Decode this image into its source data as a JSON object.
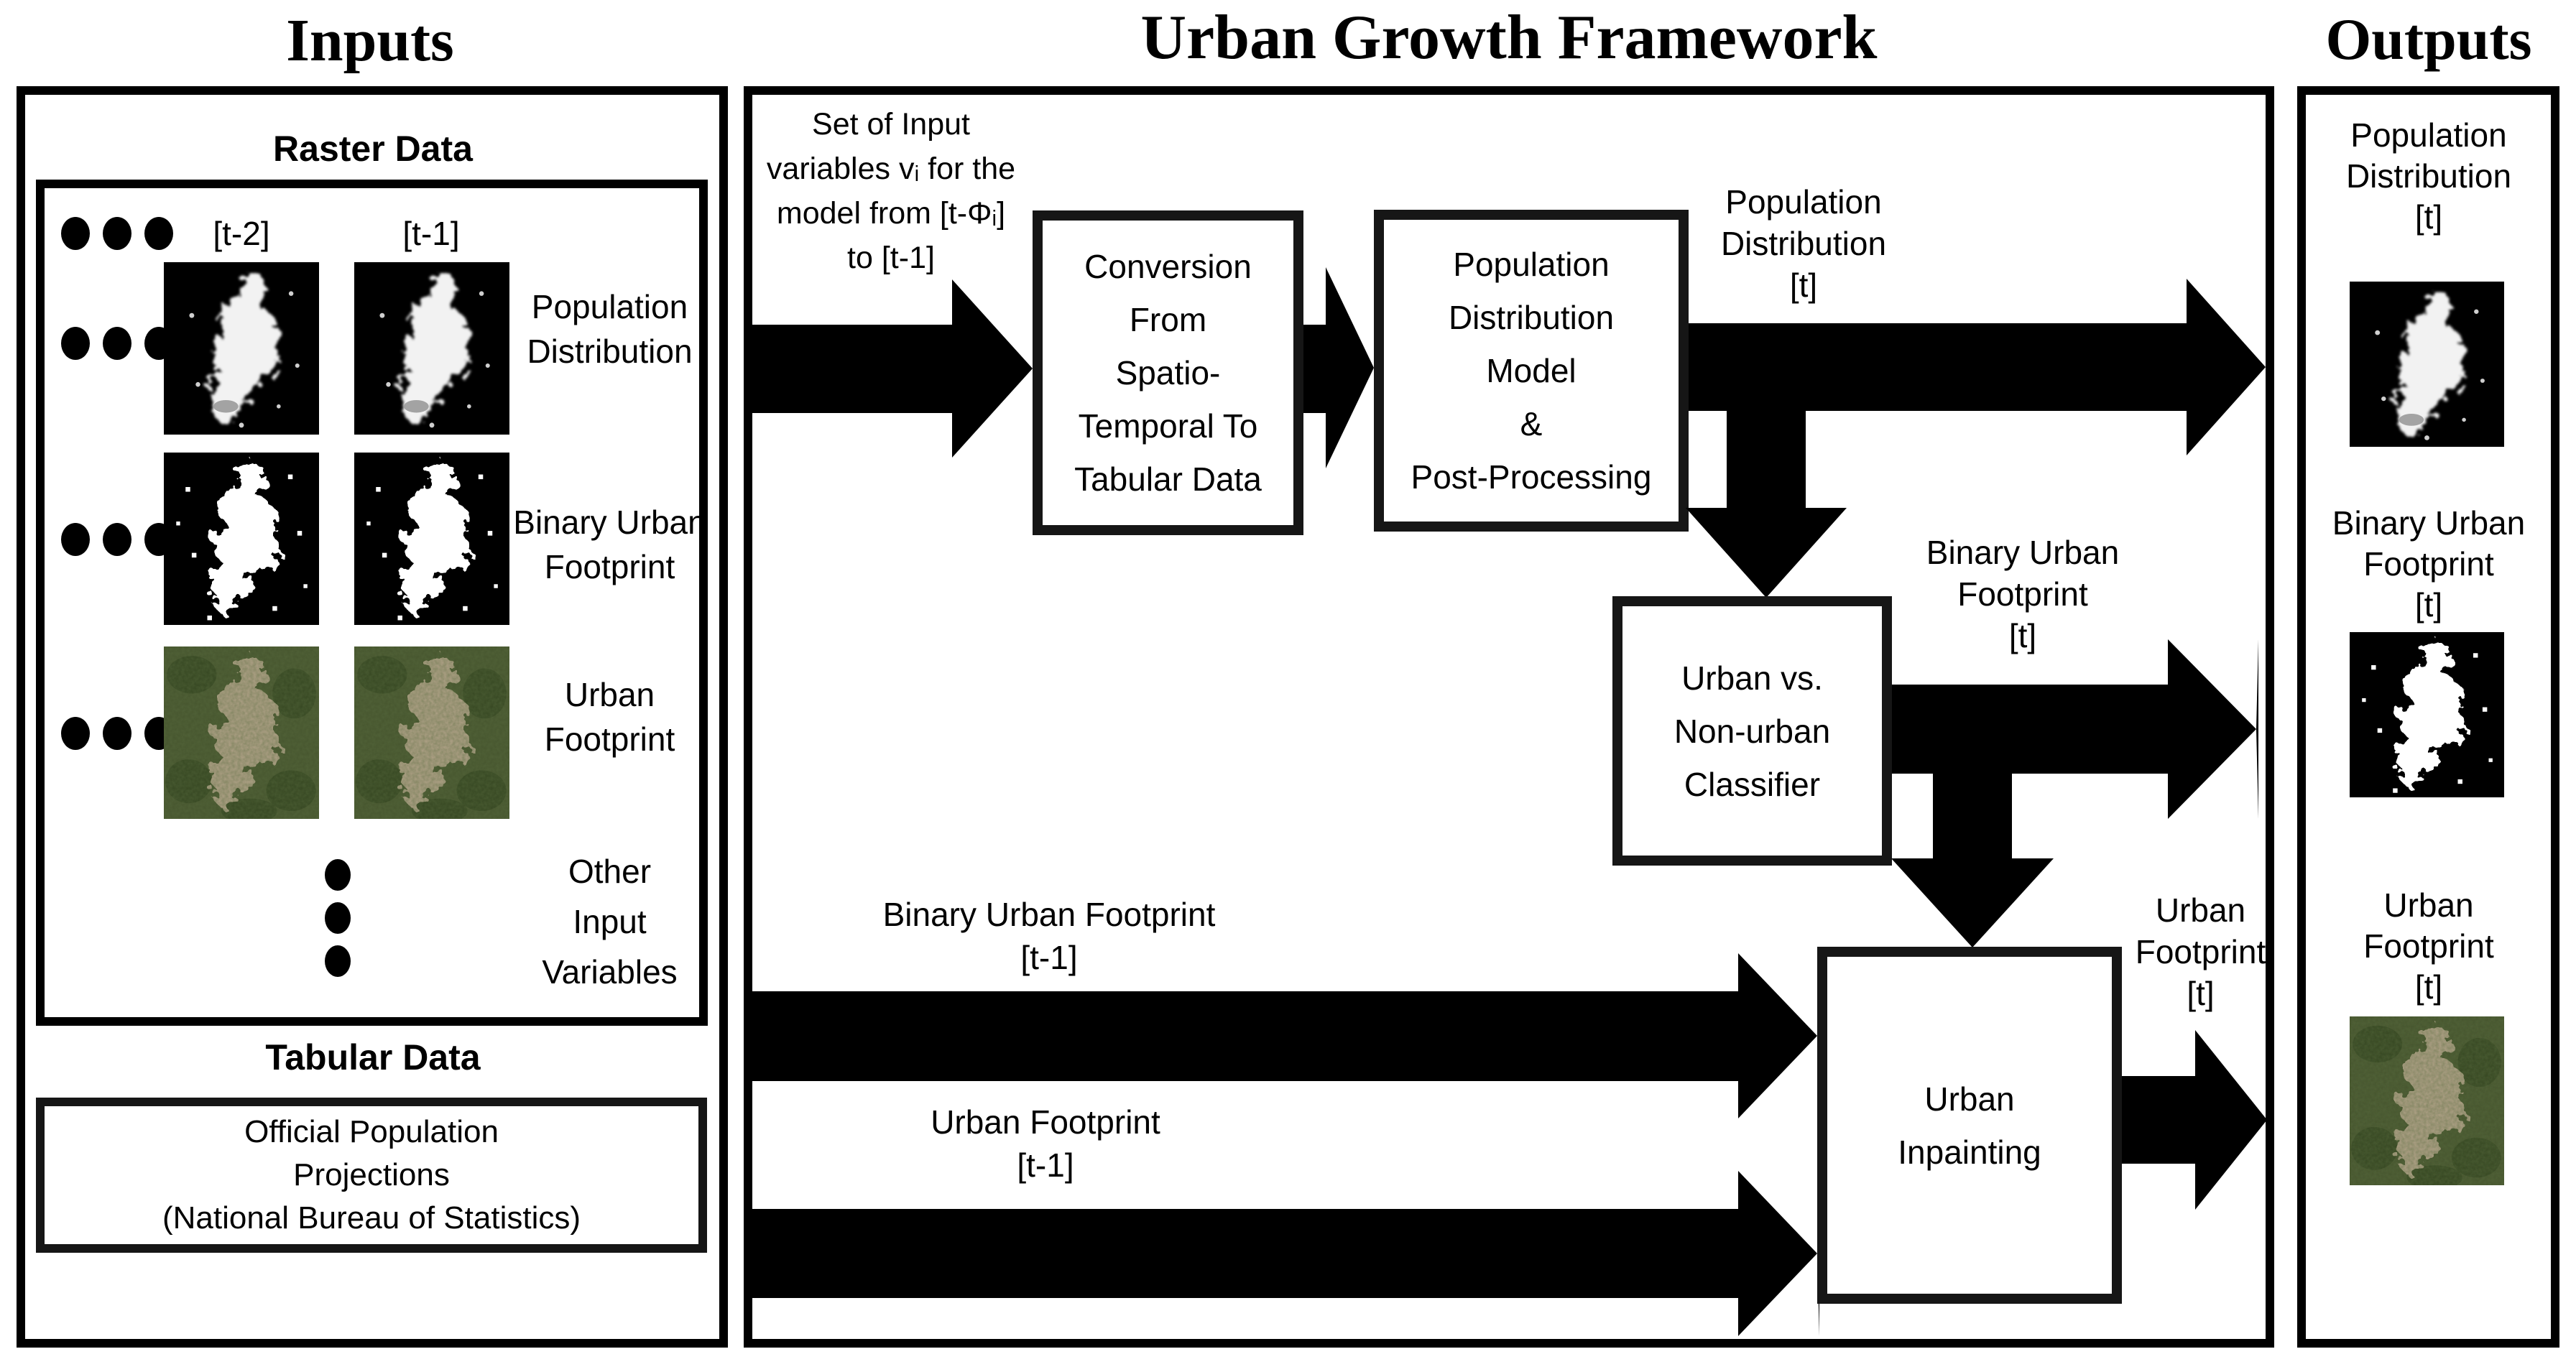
{
  "titles": {
    "inputs": "Inputs",
    "framework": "Urban Growth Framework",
    "outputs": "Outputs"
  },
  "inputs_panel": {
    "raster_heading": "Raster Data",
    "time_labels": {
      "t2": "[t-2]",
      "t1": "[t-1]"
    },
    "rows": {
      "population": {
        "label": "Population\nDistribution"
      },
      "binary": {
        "label": "Binary Urban\nFootprint"
      },
      "urban": {
        "label": "Urban\nFootprint"
      }
    },
    "other_inputs_label": "Other\nInput\nVariables",
    "tabular_heading": "Tabular Data",
    "tabular_box_label": "Official Population\nProjections\n(National Bureau of Statistics)"
  },
  "framework_panel": {
    "input_note": "Set of Input\nvariables vᵢ for the\nmodel from [t-Φᵢ]\nto [t-1]",
    "boxes": {
      "conversion": "Conversion\nFrom\nSpatio-\nTemporal To\nTabular Data",
      "pop_model": "Population\nDistribution\nModel\n&\nPost-Processing",
      "classifier": "Urban vs.\nNon-urban\nClassifier",
      "inpainting": "Urban\nInpainting"
    },
    "arrow_labels": {
      "population_distribution_t": "Population\nDistribution\n[t]",
      "binary_urban_footprint_t": "Binary Urban\nFootprint\n[t]",
      "binary_urban_footprint_t1": "Binary Urban Footprint\n[t-1]",
      "urban_footprint_t1": "Urban  Footprint\n[t-1]",
      "urban_footprint_t": "Urban\nFootprint\n[t]"
    }
  },
  "outputs_panel": {
    "cards": {
      "population": {
        "label": "Population\nDistribution\n[t]"
      },
      "binary": {
        "label": "Binary Urban\nFootprint\n[t]"
      },
      "urban": {
        "label": "Urban\nFootprint\n[t]"
      }
    }
  },
  "colors": {
    "ink": "#000000",
    "satellite_green": "#46552e",
    "satellite_tan": "#b6a68c",
    "raster_white": "#ffffff"
  }
}
